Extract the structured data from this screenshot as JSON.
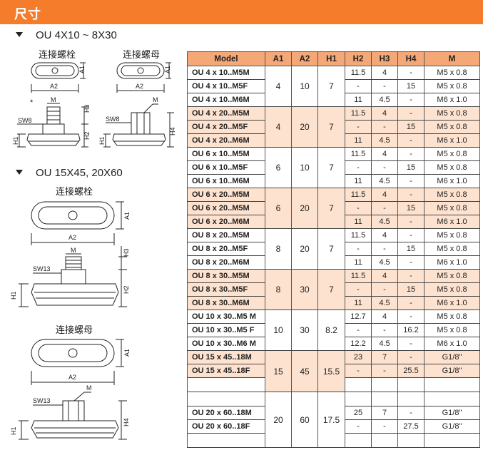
{
  "header": {
    "title": "尺寸"
  },
  "sections": [
    {
      "title": "OU 4X10 ~ 8X30",
      "captions": [
        "连接螺栓",
        "连接螺母"
      ]
    },
    {
      "title": "OU 15X45, 20X60",
      "captions": [
        "连接螺栓",
        "连接螺母"
      ]
    }
  ],
  "labels": {
    "a1": "A1",
    "a2": "A2",
    "h1": "H1",
    "h2": "H2",
    "h3": "H3",
    "h4": "H4",
    "m": "M",
    "sw8": "SW8",
    "sw13": "SW13",
    "star": "*"
  },
  "table": {
    "columns": [
      "Model",
      "A1",
      "A2",
      "H1",
      "H2",
      "H3",
      "H4",
      "M"
    ],
    "groups": [
      {
        "a1": "4",
        "a2": "10",
        "h1": "7",
        "rows": [
          {
            "model": "OU 4 x 10..M5M",
            "h2": "11.5",
            "h3": "4",
            "h4": "-",
            "m": "M5 x 0.8"
          },
          {
            "model": "OU 4 x 10..M5F",
            "h2": "-",
            "h3": "-",
            "h4": "15",
            "m": "M5 x 0.8"
          },
          {
            "model": "OU 4 x 10..M6M",
            "h2": "11",
            "h3": "4.5",
            "h4": "-",
            "m": "M6 x 1.0"
          }
        ]
      },
      {
        "a1": "4",
        "a2": "20",
        "h1": "7",
        "rows": [
          {
            "model": "OU 4 x 20..M5M",
            "h2": "11.5",
            "h3": "4",
            "h4": "-",
            "m": "M5 x 0.8"
          },
          {
            "model": "OU 4 x 20..M5F",
            "h2": "-",
            "h3": "-",
            "h4": "15",
            "m": "M5 x 0.8"
          },
          {
            "model": "OU 4 x 20..M6M",
            "h2": "11",
            "h3": "4.5",
            "h4": "-",
            "m": "M6 x 1.0"
          }
        ]
      },
      {
        "a1": "6",
        "a2": "10",
        "h1": "7",
        "rows": [
          {
            "model": "OU 6 x 10..M5M",
            "h2": "11.5",
            "h3": "4",
            "h4": "-",
            "m": "M5 x 0.8"
          },
          {
            "model": "OU 6 x 10..M5F",
            "h2": "-",
            "h3": "-",
            "h4": "15",
            "m": "M5 x 0.8"
          },
          {
            "model": "OU 6 x 10..M6M",
            "h2": "11",
            "h3": "4.5",
            "h4": "-",
            "m": "M6 x 1.0"
          }
        ]
      },
      {
        "a1": "6",
        "a2": "20",
        "h1": "7",
        "rows": [
          {
            "model": "OU 6 x 20..M5M",
            "h2": "11.5",
            "h3": "4",
            "h4": "-",
            "m": "M5 x 0.8"
          },
          {
            "model": "OU 6 x 20..M5M",
            "h2": "-",
            "h3": "-",
            "h4": "15",
            "m": "M5 x 0.8"
          },
          {
            "model": "OU 6 x 20..M6M",
            "h2": "11",
            "h3": "4.5",
            "h4": "-",
            "m": "M6 x 1.0"
          }
        ]
      },
      {
        "a1": "8",
        "a2": "20",
        "h1": "7",
        "rows": [
          {
            "model": "OU 8 x 20..M5M",
            "h2": "11.5",
            "h3": "4",
            "h4": "-",
            "m": "M5 x 0.8"
          },
          {
            "model": "OU 8 x 20..M5F",
            "h2": "-",
            "h3": "-",
            "h4": "15",
            "m": "M5 x 0.8"
          },
          {
            "model": "OU 8 x 20..M6M",
            "h2": "11",
            "h3": "4.5",
            "h4": "-",
            "m": "M6 x 1.0"
          }
        ]
      },
      {
        "a1": "8",
        "a2": "30",
        "h1": "7",
        "rows": [
          {
            "model": "OU 8 x 30..M5M",
            "h2": "11.5",
            "h3": "4",
            "h4": "-",
            "m": "M5 x 0.8"
          },
          {
            "model": "OU 8 x 30..M5F",
            "h2": "-",
            "h3": "-",
            "h4": "15",
            "m": "M5 x 0.8"
          },
          {
            "model": "OU 8 x 30..M6M",
            "h2": "11",
            "h3": "4.5",
            "h4": "-",
            "m": "M6 x 1.0"
          }
        ]
      },
      {
        "a1": "10",
        "a2": "30",
        "h1": "8.2",
        "rows": [
          {
            "model": "OU 10 x 30..M5  M",
            "h2": "12.7",
            "h3": "4",
            "h4": "-",
            "m": "M5 x 0.8"
          },
          {
            "model": "OU 10 x 30..M5  F",
            "h2": "-",
            "h3": "-",
            "h4": "16.2",
            "m": "M5 x 0.8"
          },
          {
            "model": "OU 10 x 30..M6  M",
            "h2": "12.2",
            "h3": "4.5",
            "h4": "-",
            "m": "M6 x 1.0"
          }
        ]
      },
      {
        "a1": "15",
        "a2": "45",
        "h1": "15.5",
        "rows": [
          {
            "model": "OU 15 x 45..18M",
            "h2": "23",
            "h3": "7",
            "h4": "-",
            "m": "G1/8\""
          },
          {
            "model": "OU 15 x 45..18F",
            "h2": "-",
            "h3": "-",
            "h4": "25.5",
            "m": "G1/8\""
          },
          {
            "model": "",
            "h2": "",
            "h3": "",
            "h4": "",
            "m": ""
          }
        ]
      },
      {
        "a1": "20",
        "a2": "60",
        "h1": "17.5",
        "rows": [
          {
            "model": "",
            "h2": "",
            "h3": "",
            "h4": "",
            "m": ""
          },
          {
            "model": "OU 20 x 60..18M",
            "h2": "25",
            "h3": "7",
            "h4": "-",
            "m": "G1/8\""
          },
          {
            "model": "OU 20 x 60..18F",
            "h2": "-",
            "h3": "-",
            "h4": "27.5",
            "m": "G1/8\""
          },
          {
            "model": "",
            "h2": "",
            "h3": "",
            "h4": "",
            "m": ""
          }
        ]
      }
    ]
  }
}
